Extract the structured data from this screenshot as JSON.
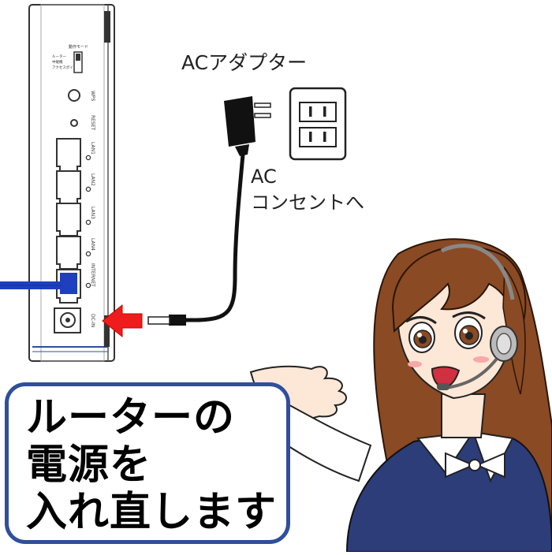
{
  "router": {
    "mode_switch_title": "動作モード",
    "mode_options": [
      "ルーター",
      "中継機",
      "アクセスポイント"
    ],
    "wps_label": "WPS",
    "reset_label": "RESET",
    "lan_ports": [
      "LAN1",
      "LAN2",
      "LAN3",
      "LAN4"
    ],
    "internet_label": "INTERNET",
    "dcin_label": "DC-IN"
  },
  "adapter": {
    "title": "ACアダプター",
    "outlet_line1": "AC",
    "outlet_line2": "コンセントへ"
  },
  "caption": {
    "lines": [
      "ルーターの",
      "電源を",
      "入れ直します"
    ]
  },
  "colors": {
    "frame_blue": "#2f4f9d",
    "lan_cable_blue": "#1f3fbf",
    "arrow_red": "#ee1c1c",
    "hair_brown": "#8a4a24",
    "uniform_navy": "#2c3d7a"
  }
}
